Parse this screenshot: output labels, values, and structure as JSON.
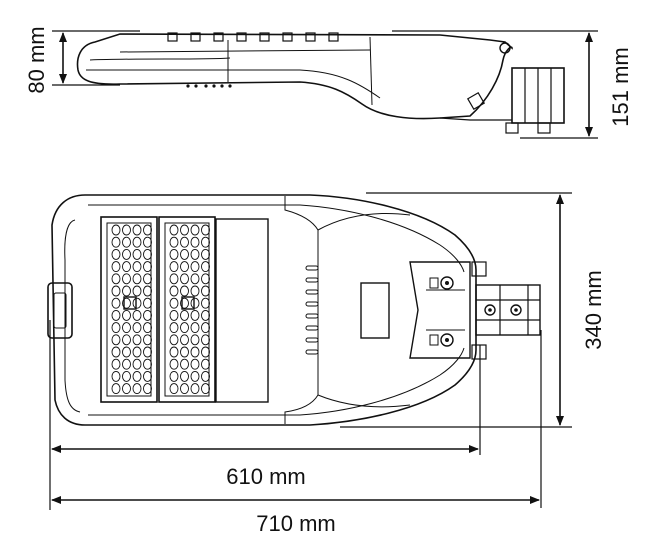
{
  "dimensions": {
    "side_height": "80 mm",
    "total_side_height": "151 mm",
    "width": "340 mm",
    "length_body": "610 mm",
    "length_total": "710 mm"
  }
}
